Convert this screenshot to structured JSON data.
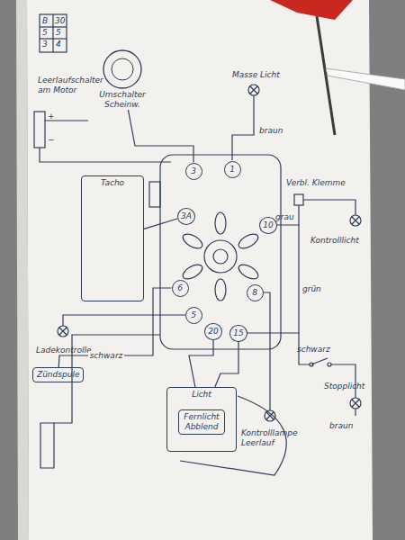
{
  "diagram": {
    "nodes": [
      {
        "text": [
          "Tacho"
        ]
      },
      {
        "text": [
          "1"
        ]
      },
      {
        "text": [
          "3"
        ]
      },
      {
        "text": [
          "3A"
        ]
      },
      {
        "text": [
          "10"
        ]
      },
      {
        "text": [
          "8"
        ]
      },
      {
        "text": [
          "6"
        ]
      },
      {
        "text": [
          "20"
        ]
      },
      {
        "text": [
          "5"
        ]
      },
      {
        "text": [
          "15"
        ]
      },
      {
        "text": [
          "Zündspule"
        ]
      },
      {
        "text": [
          "Licht"
        ]
      },
      {
        "text": [
          "Fernlicht Abblend"
        ],
        "in": 11
      },
      {
        "text": [
          "Umschalter Scheinw."
        ]
      }
    ],
    "edges": [
      {
        "from": 2,
        "to": 13,
        "arrow": "none"
      },
      {
        "from": 3,
        "to": 0,
        "arrow": "none"
      },
      {
        "from": 6,
        "to": 10,
        "label": "schwarz",
        "arrow": "none"
      },
      {
        "from": 9,
        "to": 11,
        "arrow": "none"
      },
      {
        "from": 7,
        "to": 11,
        "arrow": "none"
      }
    ],
    "labels": [
      "Masse Licht",
      "braun",
      "Verbl. Klemme",
      "Kontrolllicht",
      "grau",
      "grün",
      "Stopplicht",
      "braun",
      "schwarz",
      "Kontrolllampe Leerlauf",
      "Ladekontrolle",
      "+",
      "−",
      "Leerlaufschalter am Motor",
      "B",
      "30",
      "5",
      "5",
      "3",
      "4"
    ]
  }
}
